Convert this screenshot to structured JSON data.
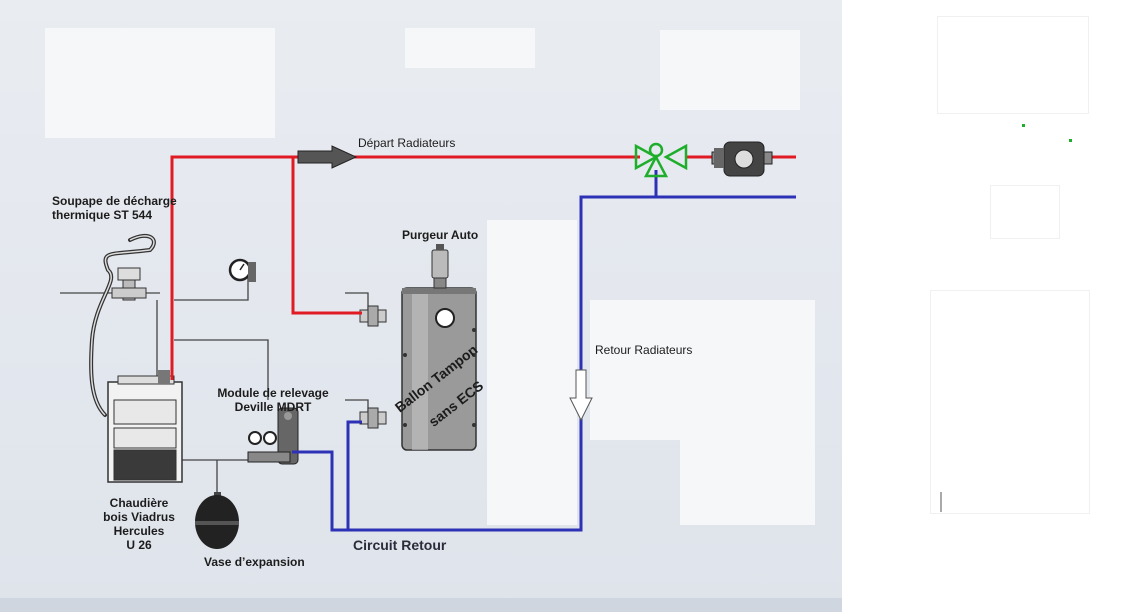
{
  "labels": {
    "depart_radiateurs": "Départ Radiateurs",
    "soupape": "Soupape de décharge\nthermique ST 544",
    "purgeur_auto": "Purgeur Auto",
    "retour_radiateurs": "Retour Radiateurs",
    "module_relevage": "Module de relevage\nDeville MDRT",
    "ballon_line1": "Ballon Tampon",
    "ballon_line2": "sans ECS",
    "chaudiere": "Chaudière\nbois Viadrus\nHercules\nU 26",
    "vase_expansion": "Vase d’expansion",
    "circuit_retour": "Circuit Retour"
  },
  "colors": {
    "supply_pipe": "#e01b24",
    "return_pipe": "#2d31b5",
    "valve": "#1fae2c",
    "drawing": "#333333"
  },
  "icons": {
    "three_way_valve": "three-way-valve-icon",
    "circulator_pump": "circulator-pump-icon",
    "pressure_gauge": "pressure-gauge-icon",
    "expansion_vessel": "expansion-vessel-icon",
    "air_vent": "air-vent-icon",
    "ball_valve": "ball-valve-icon"
  }
}
